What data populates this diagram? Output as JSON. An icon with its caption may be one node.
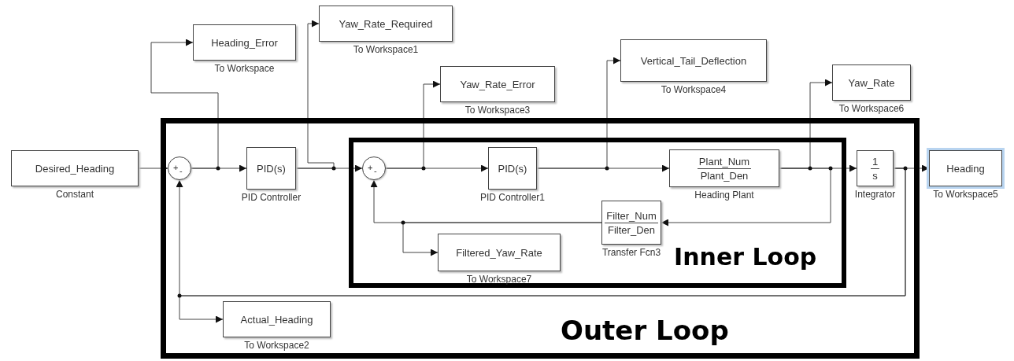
{
  "diagram": {
    "nodes": [
      {
        "text": [
          "Outer Loop"
        ]
      },
      {
        "text": [
          "Inner Loop"
        ],
        "in": 0
      },
      {
        "text": [
          "Desired_Heading"
        ],
        "beside": [
          "Constant"
        ]
      },
      {
        "text": [
          "+",
          "-"
        ],
        "in": 0
      },
      {
        "text": [
          "Heading_Error"
        ],
        "beside": [
          "To Workspace"
        ]
      },
      {
        "text": [
          "PID(s)"
        ],
        "beside": [
          "PID Controller"
        ],
        "in": 0
      },
      {
        "text": [
          "Yaw_Rate_Required"
        ],
        "beside": [
          "To Workspace1"
        ]
      },
      {
        "text": [
          "+",
          "-"
        ],
        "in": 1
      },
      {
        "text": [
          "Yaw_Rate_Error"
        ],
        "beside": [
          "To Workspace3"
        ]
      },
      {
        "text": [
          "PID(s)"
        ],
        "beside": [
          "PID Controller1"
        ],
        "in": 1
      },
      {
        "text": [
          "Vertical_Tail_Deflection"
        ],
        "beside": [
          "To Workspace4"
        ]
      },
      {
        "text": [
          "Plant_Num",
          "Plant_Den"
        ],
        "beside": [
          "Heading Plant"
        ],
        "in": 1
      },
      {
        "text": [
          "Yaw_Rate"
        ],
        "beside": [
          "To Workspace6"
        ]
      },
      {
        "text": [
          "Filter_Num",
          "Filter_Den"
        ],
        "beside": [
          "Transfer Fcn3"
        ],
        "in": 1
      },
      {
        "text": [
          "Filtered_Yaw_Rate"
        ],
        "beside": [
          "To Workspace7"
        ],
        "in": 1
      },
      {
        "text": [
          "1",
          "s"
        ],
        "beside": [
          "Integrator"
        ],
        "in": 0
      },
      {
        "text": [
          "Heading"
        ],
        "beside": [
          "To Workspace5"
        ]
      },
      {
        "text": [
          "Actual_Heading"
        ],
        "beside": [
          "To Workspace2"
        ],
        "in": 0
      }
    ],
    "edges": [
      {
        "from": 2,
        "to": 3,
        "arrow": "to"
      },
      {
        "from": 3,
        "to": 5,
        "arrow": "to"
      },
      {
        "from": 3,
        "to": 4,
        "arrow": "to"
      },
      {
        "from": 5,
        "to": 7,
        "arrow": "to"
      },
      {
        "from": 5,
        "to": 6,
        "arrow": "to"
      },
      {
        "from": 7,
        "to": 9,
        "arrow": "to"
      },
      {
        "from": 7,
        "to": 8,
        "arrow": "to"
      },
      {
        "from": 9,
        "to": 11,
        "arrow": "to"
      },
      {
        "from": 9,
        "to": 10,
        "arrow": "to"
      },
      {
        "from": 11,
        "to": 15,
        "arrow": "to"
      },
      {
        "from": 11,
        "to": 12,
        "arrow": "to"
      },
      {
        "from": 11,
        "to": 13,
        "arrow": "to"
      },
      {
        "from": 13,
        "to": 7,
        "arrow": "to"
      },
      {
        "from": 13,
        "to": 14,
        "arrow": "to"
      },
      {
        "from": 15,
        "to": 16,
        "arrow": "to"
      },
      {
        "from": 15,
        "to": 3,
        "arrow": "to"
      },
      {
        "from": 15,
        "to": 17,
        "arrow": "to"
      }
    ]
  }
}
